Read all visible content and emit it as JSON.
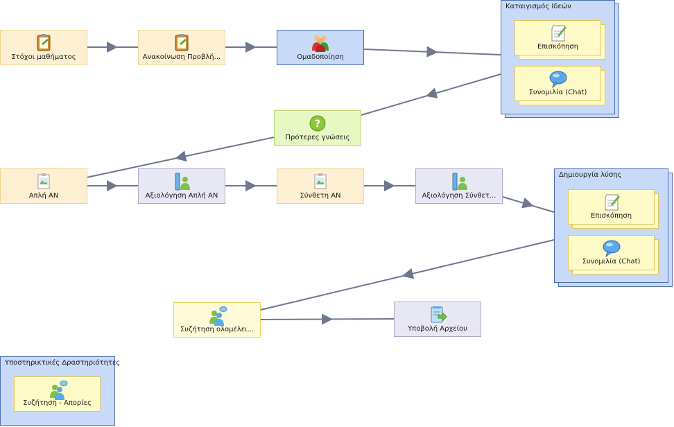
{
  "activities": {
    "stoxoi": "Στόχοι μαθήματος",
    "anakoinosi": "Ανακοίνωση Προβλή...",
    "omadopoiisi": "Ομαδοποίηση",
    "proteres": "Πρότερες γνώσεις",
    "apli": "Απλή ΑΝ",
    "axiologisi_apli": "Αξιολόγηση Απλή ΑΝ",
    "syntheti": "Σύνθετη ΑΝ",
    "axiologisi_syntheti": "Αξιολόγηση Σύνθετ...",
    "syzitisi_olomeleia": "Συζήτηση ολομέλει...",
    "ypovoli": "Υποβολή Αρχείου"
  },
  "optional_groups": {
    "kataigismos": {
      "title": "Καταιγισμός Ιδεών",
      "children": [
        "Επισκόπηση",
        "Συνομιλία (Chat)"
      ]
    },
    "dimiourgia": {
      "title": "Δημιουργία λύσης",
      "children": [
        "Επισκόπηση",
        "Συνομιλία (Chat)"
      ]
    },
    "ypostiriktikes": {
      "title": "Υποστηρικτικές Δραστηριότητες",
      "children": [
        "Συζήτηση - Απορίες"
      ]
    }
  },
  "colors": {
    "arrow": "#6f7790",
    "tool_fill": "#fdefd2",
    "group_fill": "#c8daf8",
    "gate_fill": "#e8f8c2",
    "assessment_fill": "#e8e8f4",
    "chat_fill": "#fffad8",
    "optional_fill": "#c8daf8"
  },
  "icons": {
    "notebook": "notebook-icon",
    "group": "group-people-icon",
    "question": "question-mark-icon",
    "image": "image-file-icon",
    "assessment": "assessment-icon",
    "discussion": "discussion-icon",
    "submit": "file-submit-icon",
    "noticeboard": "noticeboard-icon",
    "chat": "chat-bubble-icon"
  }
}
